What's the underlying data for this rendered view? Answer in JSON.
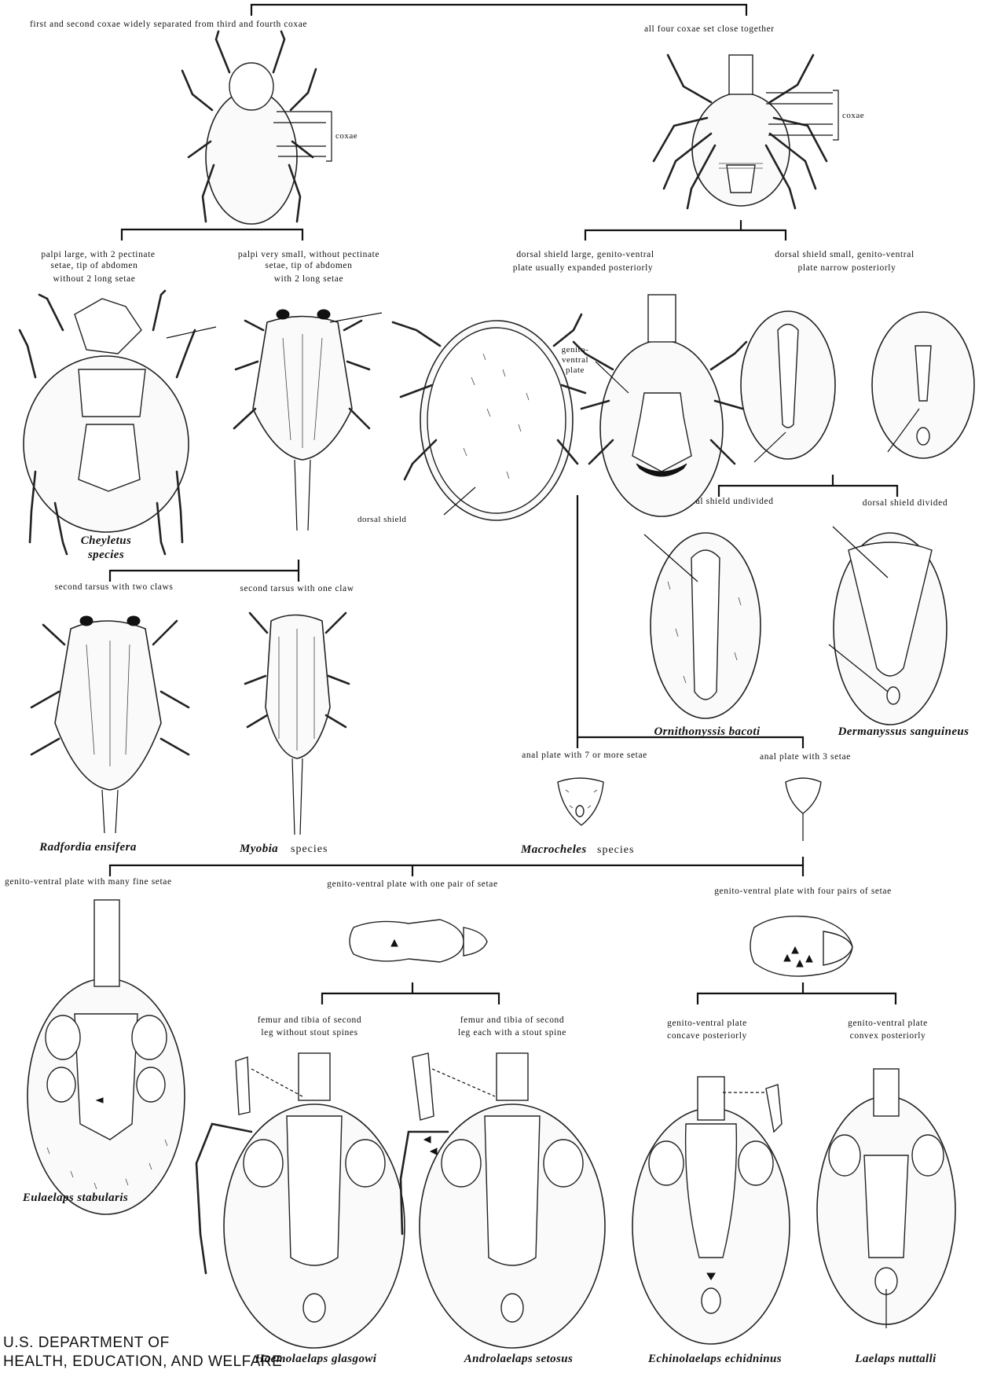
{
  "couplets": [
    {
      "id": "c1a",
      "text": "first and second coxae widely separated from third and fourth coxae"
    },
    {
      "id": "c1b",
      "text": "all four coxae set close together"
    },
    {
      "id": "c2a",
      "lines": [
        "palpi large, with 2 pectinate",
        "setae, tip of abdomen",
        "without 2 long setae"
      ]
    },
    {
      "id": "c2b",
      "lines": [
        "palpi very small, without pectinate",
        "setae, tip of abdomen",
        "with 2 long setae"
      ]
    },
    {
      "id": "c3a",
      "lines": [
        "dorsal shield large, genito-ventral",
        "plate usually expanded posteriorly"
      ]
    },
    {
      "id": "c3b",
      "lines": [
        "dorsal shield small, genito-ventral",
        "plate narrow posteriorly"
      ]
    },
    {
      "id": "c4a",
      "text": "second tarsus with two claws"
    },
    {
      "id": "c4b",
      "text": "second tarsus with one claw"
    },
    {
      "id": "c5a",
      "text": "dorsal shield undivided"
    },
    {
      "id": "c5b",
      "text": "dorsal shield divided"
    },
    {
      "id": "c6a",
      "text": "anal plate with 7 or more setae"
    },
    {
      "id": "c6b",
      "text": "anal plate with 3 setae"
    },
    {
      "id": "c7a",
      "text": "genito-ventral plate with many fine setae"
    },
    {
      "id": "c7b",
      "text": "genito-ventral plate with one pair of setae"
    },
    {
      "id": "c7c",
      "text": "genito-ventral plate with four pairs of setae"
    },
    {
      "id": "c8a",
      "lines": [
        "femur and tibia of second",
        "leg without stout spines"
      ]
    },
    {
      "id": "c8b",
      "lines": [
        "femur and tibia of second",
        "leg each with a stout spine"
      ]
    },
    {
      "id": "c9a",
      "lines": [
        "genito-ventral plate",
        "concave posteriorly"
      ]
    },
    {
      "id": "c9b",
      "lines": [
        "genito-ventral plate",
        "convex posteriorly"
      ]
    }
  ],
  "labels": {
    "coxae": "coxae",
    "dorsal_shield": "dorsal shield",
    "genito_ventral_plate": [
      "genito-",
      "ventral",
      "plate"
    ]
  },
  "taxa": {
    "cheyletus": [
      "Cheyletus",
      "species"
    ],
    "radfordia": "Radfordia ensifera",
    "myobia_genus": "Myobia",
    "myobia_rest": "species",
    "ornithonyssus": "Ornithonyssis bacoti",
    "dermanyssus": "Dermanyssus sanguineus",
    "macrocheles_genus": "Macrocheles",
    "macrocheles_rest": "species",
    "eulaelaps": "Eulaelaps stabularis",
    "haemolaelaps": "Haemolaelaps glasgowi",
    "androlaelaps": "Androlaelaps setosus",
    "echinolaelaps": "Echinolaelaps echidninus",
    "laelaps": "Laelaps nuttalli"
  },
  "footer": [
    "U.S. DEPARTMENT OF",
    "HEALTH, EDUCATION, AND WELFARE"
  ]
}
